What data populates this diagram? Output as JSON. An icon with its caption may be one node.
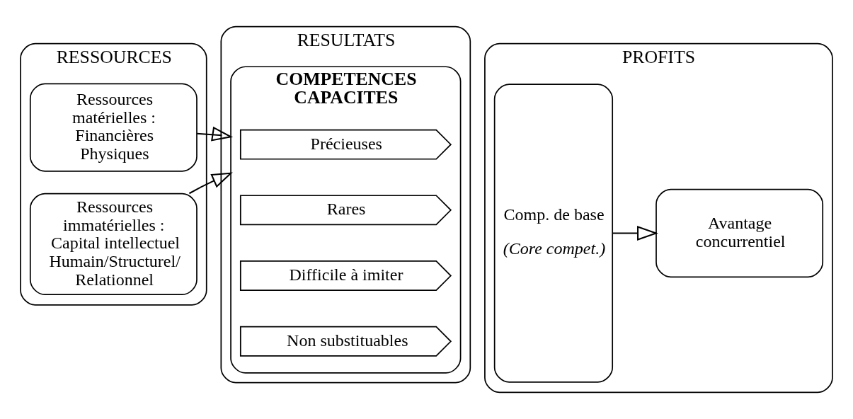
{
  "diagram": {
    "nodes": [
      {
        "text": [
          "RESSOURCES"
        ]
      },
      {
        "text": [
          "Ressources matérielles : Financières Physiques"
        ],
        "in": 0
      },
      {
        "text": [
          "Ressources immatérielles : Capital intellectuel Humain/Structurel/ Relationnel"
        ],
        "in": 0
      },
      {
        "text": [
          "RESULTATS"
        ]
      },
      {
        "text": [
          "COMPETENCES CAPACITES"
        ],
        "in": 3
      },
      {
        "text": [
          "Précieuses"
        ],
        "in": 4
      },
      {
        "text": [
          "Rares"
        ],
        "in": 4
      },
      {
        "text": [
          "Difficile à imiter"
        ],
        "in": 4
      },
      {
        "text": [
          "Non substituables"
        ],
        "in": 4
      },
      {
        "text": [
          "PROFITS"
        ]
      },
      {
        "text": [
          "Comp. de base",
          "(Core compet.)"
        ],
        "in": 9
      },
      {
        "text": [
          "Avantage concurrentiel"
        ],
        "in": 9
      }
    ],
    "edges": [
      {
        "from": 1,
        "to": 4,
        "arrow": "to"
      },
      {
        "from": 2,
        "to": 4,
        "arrow": "to"
      },
      {
        "from": 10,
        "to": 11,
        "arrow": "to"
      }
    ]
  }
}
